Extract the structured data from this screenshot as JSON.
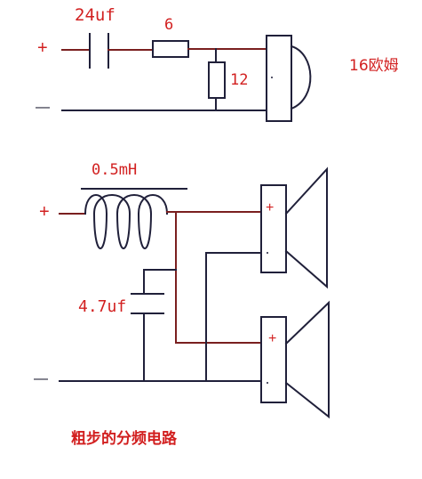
{
  "diagram": {
    "top_circuit": {
      "plus_sign": "+",
      "minus_sign": "—",
      "capacitor_label": "24uf",
      "series_resistor_label": "6",
      "shunt_resistor_label": "12",
      "impedance_label": "16欧姆"
    },
    "bottom_circuit": {
      "inductor_label": "0.5mH",
      "plus_sign": "+",
      "minus_sign": "—",
      "capacitor_label": "4.7uf",
      "speaker1_plus": "+",
      "speaker2_plus": "+"
    },
    "caption": "粗步的分频电路"
  },
  "colors": {
    "wire_dark": "#20203a",
    "wire_brown": "#7a1f1f",
    "label_red": "#d22020",
    "label_dark": "#1a1a2e"
  }
}
